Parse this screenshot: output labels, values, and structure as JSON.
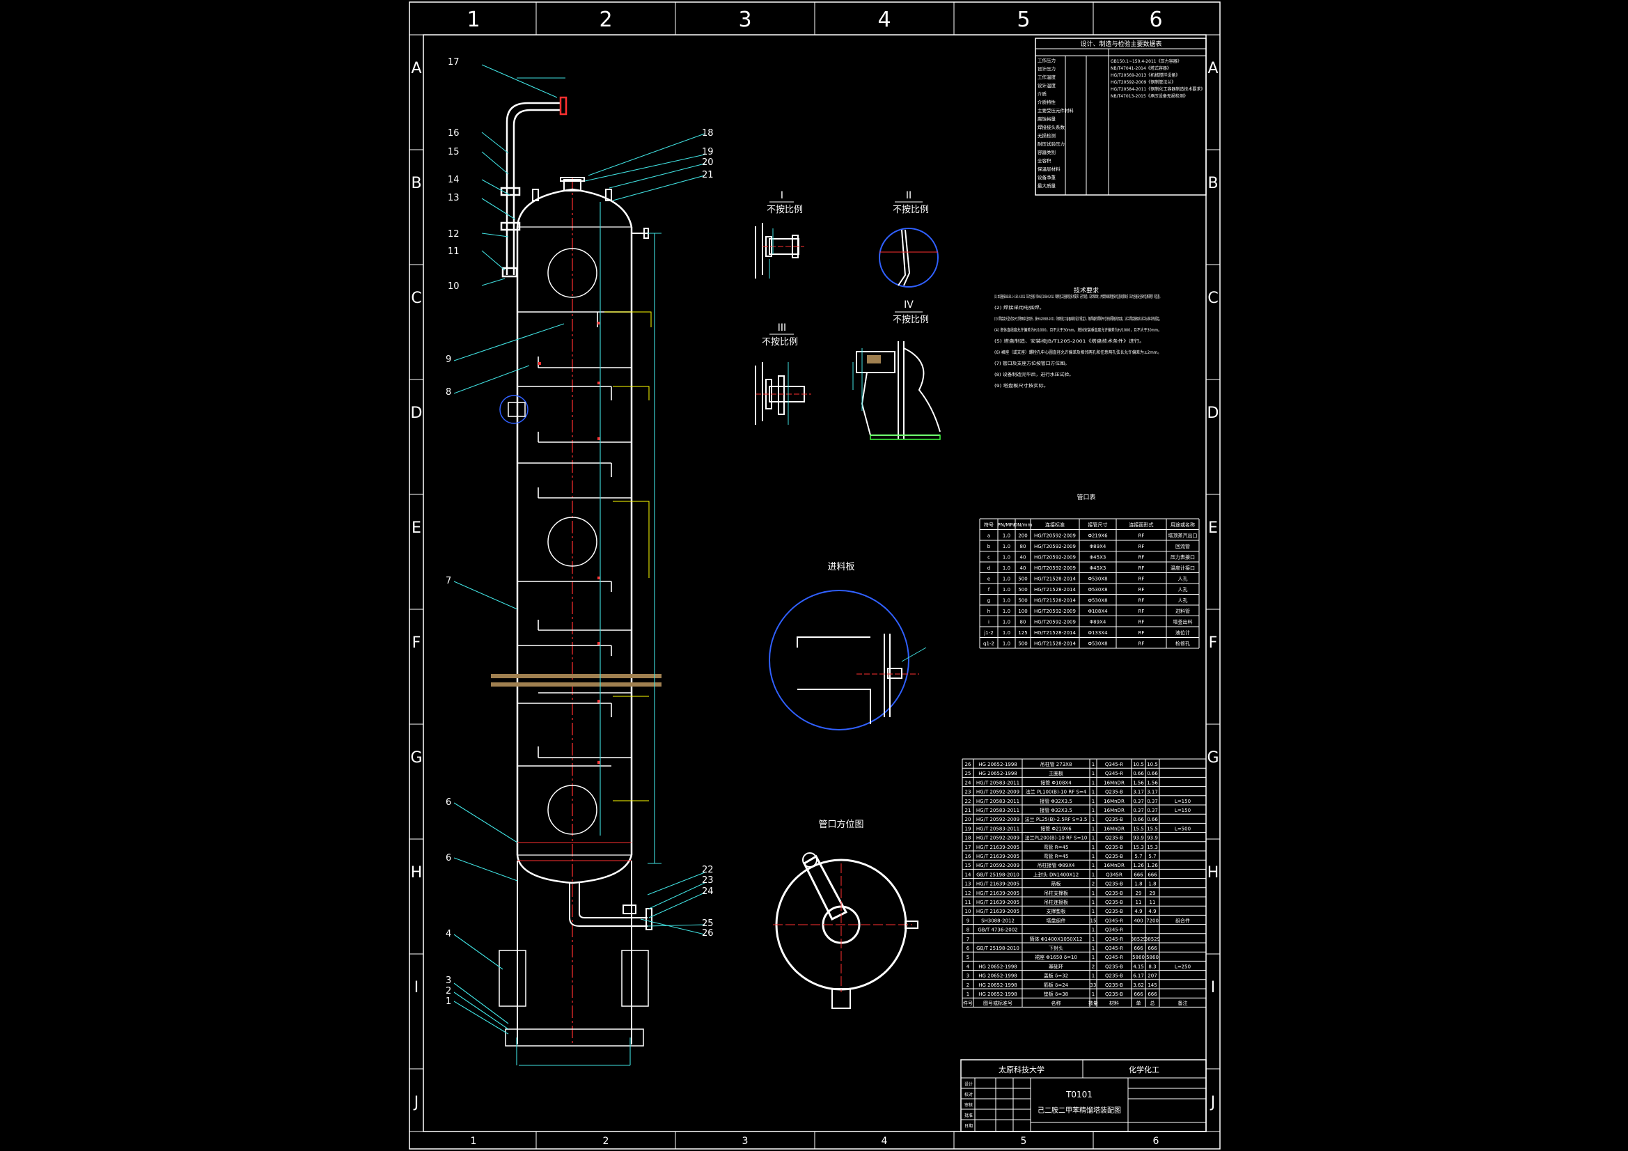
{
  "sheet": {
    "col_labels": [
      "1",
      "2",
      "3",
      "4",
      "5",
      "6"
    ],
    "row_labels": [
      "A",
      "B",
      "C",
      "D",
      "E",
      "F",
      "G",
      "H",
      "I",
      "J"
    ]
  },
  "leaders": [
    "17",
    "16",
    "15",
    "14",
    "13",
    "12",
    "11",
    "10",
    "9",
    "8",
    "7",
    "6",
    "6",
    "4",
    "3",
    "2",
    "1",
    "18",
    "19",
    "20",
    "21",
    "22",
    "23",
    "24",
    "25",
    "26"
  ],
  "views": {
    "v1_num": "I",
    "v1_note": "不按比例",
    "v2_num": "II",
    "v2_note": "不按比例",
    "v3_num": "III",
    "v3_note": "不按比例",
    "v4_num": "IV",
    "v4_note": "不按比例",
    "feed_plate": "进料板",
    "layout": "管口方位图"
  },
  "design_table": {
    "title": "设计、制造与检验主要数据表",
    "left_rows": [
      "工作压力",
      "设计压力",
      "工作温度",
      "设计温度",
      "介质",
      "介质特性",
      "主要受压元件材料",
      "腐蚀裕量",
      "焊接接头系数",
      "无损检测",
      "耐压试验压力",
      "容器类别",
      "全容积",
      "保温层材料",
      "设备净重",
      "最大质量"
    ],
    "right_rows": [
      "GB150.1~150.4-2011《压力容器》",
      "NB/T47041-2014《塔式容器》",
      "HG/T20569-2013《机械搅拌设备》",
      "HG/T20592-2009《钢制管法兰》",
      "HG/T20584-2011《钢制化工容器制造技术要求》",
      "NB/T47013-2015《承压设备无损检测》"
    ]
  },
  "tech_req": {
    "title": "技术要求",
    "lines": [
      "(1) 本设备按GB150.1~150.4-2011《压力容器》和HG/T20584-2011《钢制化工容器制造技术要求》进行制造、试验和验收，并接受国家质量技术监督局颁发的《压力容器安全技术监察规程》的监督。",
      "(2) 焊接采用电弧焊。",
      "(3) 焊接接头型式及尺寸除图中注明外，按HG20583-2011《钢制化工容器结构设计规定》，角焊缝的焊脚尺寸按较薄板的厚度，法兰焊接按相应法兰标准中的规定。",
      "(4) 塔体直线度允许偏差为H/1000，且不大于30mm，塔体安装垂直度允许偏差为H/1000，且不大于30mm。",
      "(5) 塔盘制造、安装按JB/T1205-2001《塔盘技术条件》进行。",
      "(6) 裙座（或支座）螺栓孔中心圆直径允许偏差及相邻两孔和任意两孔弦长允许偏差为±2mm。",
      "(7) 管口及支座方位按管口方位图。",
      "(8) 设备制造完毕后，进行水压试验。",
      "(9) 塔盘板尺寸按实际。"
    ]
  },
  "nozzle_table": {
    "title": "管口表",
    "headers": [
      "符号",
      "PN/MPa",
      "DN/mm",
      "连接标准",
      "接管尺寸",
      "连接面形式",
      "用途或名称"
    ],
    "rows": [
      [
        "a",
        "1.0",
        "200",
        "HG/T20592-2009",
        "Φ219X6",
        "RF",
        "塔顶蒸汽出口"
      ],
      [
        "b",
        "1.0",
        "80",
        "HG/T20592-2009",
        "Φ89X4",
        "RF",
        "回流管"
      ],
      [
        "c",
        "1.0",
        "40",
        "HG/T20592-2009",
        "Φ45X3",
        "RF",
        "压力表接口"
      ],
      [
        "d",
        "1.0",
        "40",
        "HG/T20592-2009",
        "Φ45X3",
        "RF",
        "温度计接口"
      ],
      [
        "e",
        "1.0",
        "500",
        "HG/T21528-2014",
        "Φ530X8",
        "RF",
        "人孔"
      ],
      [
        "f",
        "1.0",
        "500",
        "HG/T21528-2014",
        "Φ530X8",
        "RF",
        "人孔"
      ],
      [
        "g",
        "1.0",
        "500",
        "HG/T21528-2014",
        "Φ530X8",
        "RF",
        "人孔"
      ],
      [
        "h",
        "1.0",
        "100",
        "HG/T20592-2009",
        "Φ108X4",
        "RF",
        "进料管"
      ],
      [
        "i",
        "1.0",
        "80",
        "HG/T20592-2009",
        "Φ89X4",
        "RF",
        "塔釜出料"
      ],
      [
        "j1-2",
        "1.0",
        "125",
        "HG/T21528-2014",
        "Φ133X4",
        "RF",
        "液位计"
      ],
      [
        "q1-2",
        "1.0",
        "500",
        "HG/T21528-2014",
        "Φ530X8",
        "RF",
        "检修孔"
      ]
    ]
  },
  "parts_table": {
    "rows": [
      [
        "26",
        "HG 20652-1998",
        "吊柱管 273X8",
        "1",
        "Q345-R",
        "10.5",
        "10.5",
        ""
      ],
      [
        "25",
        "HG 20652-1998",
        "主圈板",
        "1",
        "Q345-R",
        "0.66",
        "0.66",
        ""
      ],
      [
        "24",
        "HG/T 20583-2011",
        "接管 Φ108X4",
        "1",
        "16MnDR",
        "1.56",
        "1.56",
        ""
      ],
      [
        "23",
        "HG/T 20592-2009",
        "法兰 PL100(B)-10 RF S=4",
        "1",
        "Q235-B",
        "3.17",
        "3.17",
        ""
      ],
      [
        "22",
        "HG/T 20583-2011",
        "接管 Φ32X3.5",
        "1",
        "16MnDR",
        "0.37",
        "0.37",
        "L=150"
      ],
      [
        "21",
        "HG/T 20583-2011",
        "接管 Φ32X3.5",
        "1",
        "16MnDR",
        "0.37",
        "0.37",
        "L=150"
      ],
      [
        "20",
        "HG/T 20592-2009",
        "法兰 PL25(B)-2.5RF S=3.5",
        "1",
        "Q235-B",
        "0.66",
        "0.66",
        ""
      ],
      [
        "19",
        "HG/T 20583-2011",
        "接管 Φ219X6",
        "1",
        "16MnDR",
        "15.5",
        "15.5",
        "L=500"
      ],
      [
        "18",
        "HG/T 20592-2009",
        "法兰PL200(B)-10 RF S=10",
        "1",
        "Q235-B",
        "93.9",
        "93.9",
        ""
      ],
      [
        "17",
        "HG/T 21639-2005",
        "弯管 R=45",
        "1",
        "Q235-B",
        "15.3",
        "15.3",
        ""
      ],
      [
        "16",
        "HG/T 21639-2005",
        "弯管 R=45",
        "1",
        "Q235-B",
        "5.7",
        "5.7",
        ""
      ],
      [
        "15",
        "HG/T 20592-2009",
        "吊柱接管 Φ89X4",
        "1",
        "16MnDR",
        "1.26",
        "1.26",
        ""
      ],
      [
        "14",
        "GB/T 25198-2010",
        "上封头 DN1400X12",
        "1",
        "Q345R",
        "666",
        "666",
        ""
      ],
      [
        "13",
        "HG/T 21639-2005",
        "筋板",
        "2",
        "Q235-B",
        "1.8",
        "1.8",
        ""
      ],
      [
        "12",
        "HG/T 21639-2005",
        "吊柱支撑板",
        "1",
        "Q235-B",
        "29",
        "29",
        ""
      ],
      [
        "11",
        "HG/T 21639-2005",
        "吊柱连接板",
        "1",
        "Q235-B",
        "11",
        "11",
        ""
      ],
      [
        "10",
        "HG/T 21639-2005",
        "支撑垫板",
        "1",
        "Q235-B",
        "4.9",
        "4.9",
        ""
      ],
      [
        "9",
        "SH3088-2012",
        "塔盘组件",
        "15",
        "Q345-R",
        "400",
        "7200",
        "组合件"
      ],
      [
        "8",
        "GB/T 4736-2002",
        "",
        "1",
        "Q345-R",
        "",
        "",
        ""
      ],
      [
        "7",
        "",
        "筒体 Φ1400X1050X12",
        "1",
        "Q345-R",
        "38529",
        "38529",
        ""
      ],
      [
        "6",
        "GB/T 25198-2010",
        "下封头",
        "1",
        "Q345-R",
        "666",
        "666",
        ""
      ],
      [
        "5",
        "",
        "裙座 Φ1650 δ=10",
        "1",
        "Q345-R",
        "5860",
        "5860",
        ""
      ],
      [
        "4",
        "HG 20652-1998",
        "基础环",
        "2",
        "Q235-B",
        "4.15",
        "8.3",
        "L=250"
      ],
      [
        "3",
        "HG 20652-1998",
        "盖板 δ=32",
        "1",
        "Q235-B",
        "6.17",
        "207",
        ""
      ],
      [
        "2",
        "HG 20652-1998",
        "筋板 δ=24",
        "33",
        "Q235-B",
        "3.62",
        "145",
        ""
      ],
      [
        "1",
        "HG 20652-1998",
        "垫板 δ=38",
        "1",
        "Q235-B",
        "666",
        "666",
        ""
      ]
    ],
    "header": [
      "件号",
      "图号或标准号",
      "名称",
      "数量",
      "材料",
      "单",
      "总",
      "备注"
    ]
  },
  "title_block": {
    "school": "太原科技大学",
    "dept": "化学化工",
    "drawing_no": "T0101",
    "title": "己二胺二甲苯精馏塔装配图",
    "roles": [
      "设计",
      "校对",
      "审核",
      "批准",
      "日期"
    ]
  }
}
